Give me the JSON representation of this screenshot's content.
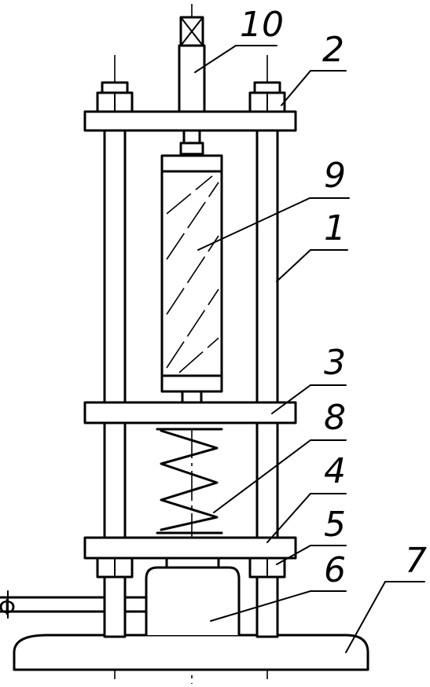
{
  "labels": {
    "l1": "1",
    "l2": "2",
    "l3": "3",
    "l4": "4",
    "l5": "5",
    "l6": "6",
    "l7": "7",
    "l8": "8",
    "l9": "9",
    "l10": "10"
  },
  "diameter_symbol": "Φ",
  "colors": {
    "line": "#000000",
    "background": "#ffffff"
  }
}
